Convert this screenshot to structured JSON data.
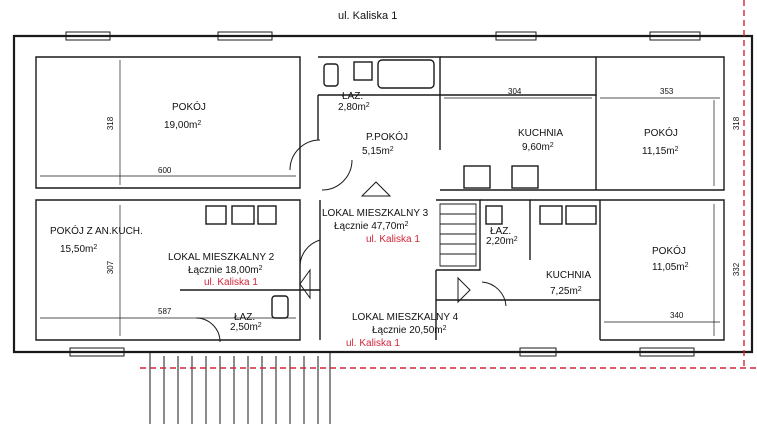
{
  "street_title": "ul. Kaliska 1",
  "colors": {
    "wall": "#1a1a1a",
    "red_line": "#d2263a",
    "text": "#111111",
    "accent_text": "#d2263a"
  },
  "rooms": {
    "pokoj_nw": {
      "name": "POKÓJ",
      "area": "19,00m",
      "sup": "2"
    },
    "lazienka_top": {
      "name": "ŁAZ.",
      "area": "2,80m",
      "sup": "2"
    },
    "przedpokoj": {
      "name": "P.POKÓJ",
      "area": "5,15m",
      "sup": "2"
    },
    "kuchnia_top": {
      "name": "KUCHNIA",
      "area": "9,60m",
      "sup": "2"
    },
    "pokoj_ne": {
      "name": "POKÓJ",
      "area": "11,15m",
      "sup": "2"
    },
    "pokoj_aneks": {
      "name": "POKÓJ Z AN.KUCH.",
      "area": "15,50m",
      "sup": "2"
    },
    "lazienka_mid": {
      "name": "ŁAZ.",
      "area": "2,20m",
      "sup": "2"
    },
    "kuchnia_bottom": {
      "name": "KUCHNIA",
      "area": "7,25m",
      "sup": "2"
    },
    "pokoj_se": {
      "name": "POKÓJ",
      "area": "11,05m",
      "sup": "2"
    },
    "lazienka_bottom": {
      "name": "ŁAZ.",
      "area": "2,50m",
      "sup": "2"
    }
  },
  "units": {
    "lokal_3": {
      "name": "LOKAL MIESZKALNY 3",
      "total": "Łącznie 47,70m",
      "sup": "2",
      "address": "ul. Kaliska 1"
    },
    "lokal_2": {
      "name": "LOKAL MIESZKALNY 2",
      "total": "Łącznie 18,00m",
      "sup": "2",
      "address": "ul. Kaliska 1"
    },
    "lokal_4": {
      "name": "LOKAL MIESZKALNY 4",
      "total": "Łącznie 20,50m",
      "sup": "2",
      "address": "ul. Kaliska 1"
    }
  },
  "dimensions": {
    "d318_left": "318",
    "d600": "600",
    "d304": "304",
    "d353": "353",
    "d318_right": "318",
    "d307": "307",
    "d587": "587",
    "d332": "332",
    "d340": "340"
  }
}
